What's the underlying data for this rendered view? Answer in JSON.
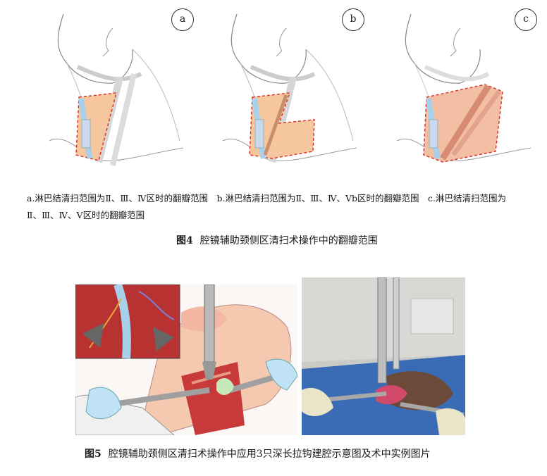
{
  "figure4": {
    "panels": [
      {
        "label": "a"
      },
      {
        "label": "b"
      },
      {
        "label": "c"
      }
    ],
    "caption_line1": "a.淋巴结清扫范围为Ⅱ、Ⅲ、Ⅳ区时的翻瓣范围　b.淋巴结清扫范围为Ⅱ、Ⅲ、Ⅳ、Ⅴb区时的翻瓣范围　c.淋巴结清扫范围为",
    "caption_line2": "Ⅱ、Ⅲ、Ⅳ、Ⅴ区时的翻瓣范围",
    "number": "图4",
    "title": "腔镜辅助颈侧区清扫术操作中的翻瓣范围"
  },
  "figure5": {
    "number": "图5",
    "title": "腔镜辅助颈侧区清扫术操作中应用3只深长拉钩建腔示意图及术中实例图片"
  },
  "colors": {
    "flap_fill": "#f6c79f",
    "flap_border": "#d9342b",
    "vessel": "#a9d0ea",
    "muscle": "#c83a3a",
    "drape": "#3a6bb5",
    "skin": "#f4c9b0"
  }
}
